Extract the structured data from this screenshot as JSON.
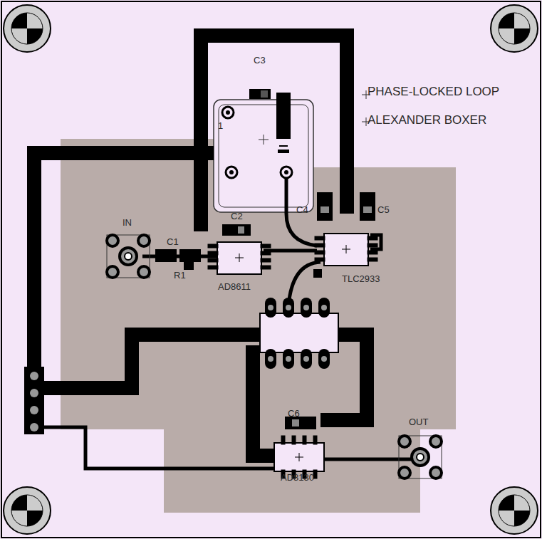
{
  "diagram": {
    "title": "PHASE-LOCKED LOOP",
    "labels": [
      "ALEXANDER BOXER",
      "C3",
      "1",
      "C2",
      "IN",
      "C1",
      "R1",
      "AD8611",
      "C4",
      "C5",
      "TLC2933",
      "C6",
      "OUT",
      "AD8130"
    ]
  }
}
